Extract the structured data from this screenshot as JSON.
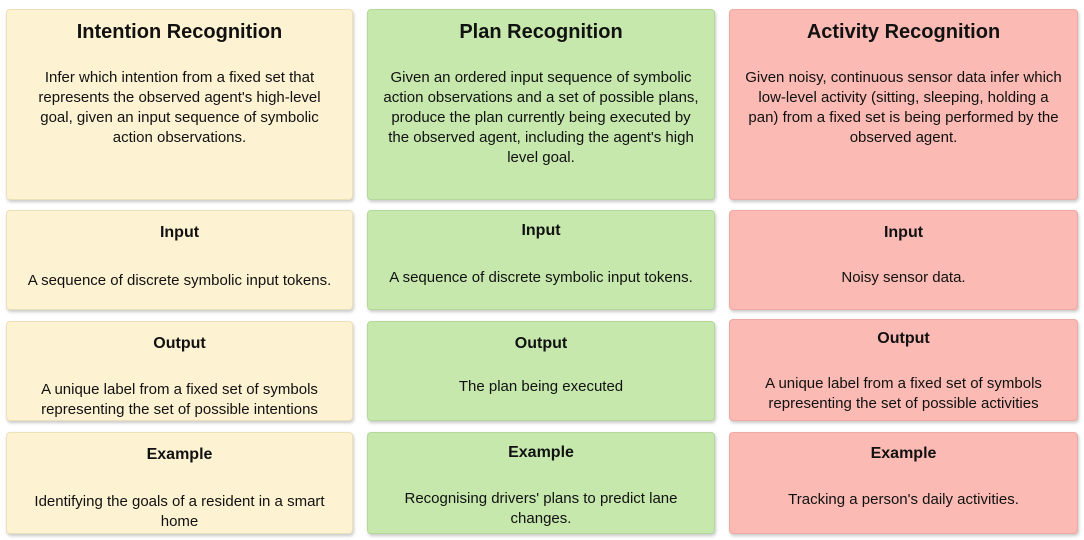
{
  "columns": [
    {
      "title": "Intention Recognition",
      "description": "Infer which intention from a fixed set that represents the observed agent's high-level goal, given an input sequence of symbolic action observations.",
      "input_heading": "Input",
      "input_text": "A sequence of discrete symbolic input tokens.",
      "output_heading": "Output",
      "output_text": "A unique label from a fixed set of symbols representing the set of possible intentions",
      "example_heading": "Example",
      "example_text": "Identifying the goals of a resident in a smart home",
      "color": "#fdf2d2"
    },
    {
      "title": "Plan Recognition",
      "description": "Given an ordered input sequence of symbolic action observations and a set of possible plans, produce the plan currently being executed by the observed agent, including the agent's high level goal.",
      "input_heading": "Input",
      "input_text": "A sequence of discrete symbolic input tokens.",
      "output_heading": "Output",
      "output_text": "The plan being executed",
      "example_heading": "Example",
      "example_text": "Recognising drivers' plans to predict lane changes.",
      "color": "#c6e8ad"
    },
    {
      "title": "Activity Recognition",
      "description": "Given noisy, continuous sensor data infer which low-level activity (sitting, sleeping, holding a pan) from a fixed set is being performed by the observed agent.",
      "input_heading": "Input",
      "input_text": "Noisy sensor data.",
      "output_heading": "Output",
      "output_text": "A unique label from a fixed set of symbols representing the set of possible activities",
      "example_heading": "Example",
      "example_text": "Tracking a person's daily activities.",
      "color": "#fbbab3"
    }
  ]
}
